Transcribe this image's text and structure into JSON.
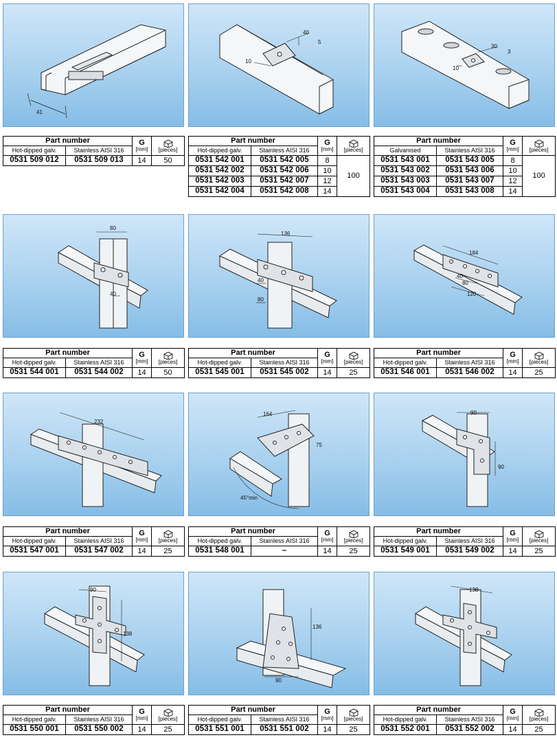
{
  "table_labels": {
    "part_number": "Part number",
    "hot_dipped": "Hot-dipped galv.",
    "stainless": "Stainless AISI 316",
    "galvanised": "Galvanised",
    "g": "G",
    "mm": "[mm]",
    "pieces": "[pieces]"
  },
  "products": [
    {
      "dims": [
        "41"
      ],
      "left_header": "Hot-dipped galv.",
      "rows": [
        {
          "a": "0531 509 012",
          "b": "0531 509 013",
          "g": "14"
        }
      ],
      "pieces": "50"
    },
    {
      "dims": [
        "40",
        "5",
        "10"
      ],
      "left_header": "Hot-dipped galv.",
      "rows": [
        {
          "a": "0531 542 001",
          "b": "0531 542 005",
          "g": "8"
        },
        {
          "a": "0531 542 002",
          "b": "0531 542 006",
          "g": "10"
        },
        {
          "a": "0531 542 003",
          "b": "0531 542 007",
          "g": "12"
        },
        {
          "a": "0531 542 004",
          "b": "0531 542 008",
          "g": "14"
        }
      ],
      "pieces": "100"
    },
    {
      "dims": [
        "30",
        "3",
        "10"
      ],
      "left_header": "Galvanised",
      "rows": [
        {
          "a": "0531 543 001",
          "b": "0531 543 005",
          "g": "8"
        },
        {
          "a": "0531 543 002",
          "b": "0531 543 006",
          "g": "10"
        },
        {
          "a": "0531 543 003",
          "b": "0531 543 007",
          "g": "12"
        },
        {
          "a": "0531 543 004",
          "b": "0531 543 008",
          "g": "14"
        }
      ],
      "pieces": "100"
    },
    {
      "dims": [
        "80",
        "40"
      ],
      "left_header": "Hot-dipped galv.",
      "rows": [
        {
          "a": "0531 544 001",
          "b": "0531 544 002",
          "g": "14"
        }
      ],
      "pieces": "50"
    },
    {
      "dims": [
        "136",
        "40",
        "80"
      ],
      "left_header": "Hot-dipped galv.",
      "rows": [
        {
          "a": "0531 545 001",
          "b": "0531 545 002",
          "g": "14"
        }
      ],
      "pieces": "25"
    },
    {
      "dims": [
        "184",
        "40",
        "80",
        "120"
      ],
      "left_header": "Hot-dipped galv.",
      "rows": [
        {
          "a": "0531 546 001",
          "b": "0531 546 002",
          "g": "14"
        }
      ],
      "pieces": "25"
    },
    {
      "dims": [
        "232"
      ],
      "left_header": "Hot-dipped galv.",
      "rows": [
        {
          "a": "0531 547 001",
          "b": "0531 547 002",
          "g": "14"
        }
      ],
      "pieces": "25"
    },
    {
      "dims": [
        "164",
        "75",
        "45°min"
      ],
      "left_header": "Hot-dipped galv.",
      "rows": [
        {
          "a": "0531 548 001",
          "b": "–",
          "g": "14"
        }
      ],
      "pieces": "25"
    },
    {
      "dims": [
        "90",
        "90"
      ],
      "left_header": "Hot-dipped galv.",
      "rows": [
        {
          "a": "0531 549 001",
          "b": "0531 549 002",
          "g": "14"
        }
      ],
      "pieces": "25"
    },
    {
      "dims": [
        "90",
        "138"
      ],
      "left_header": "Hot-dipped galv.",
      "rows": [
        {
          "a": "0531 550 001",
          "b": "0531 550 002",
          "g": "14"
        }
      ],
      "pieces": "25"
    },
    {
      "dims": [
        "136",
        "90"
      ],
      "left_header": "Hot-dipped galv.",
      "rows": [
        {
          "a": "0531 551 001",
          "b": "0531 551 002",
          "g": "14"
        }
      ],
      "pieces": "25"
    },
    {
      "dims": [
        "138"
      ],
      "left_header": "Hot-dipped galv.",
      "rows": [
        {
          "a": "0531 552 001",
          "b": "0531 552 002",
          "g": "14"
        }
      ],
      "pieces": "25"
    }
  ]
}
